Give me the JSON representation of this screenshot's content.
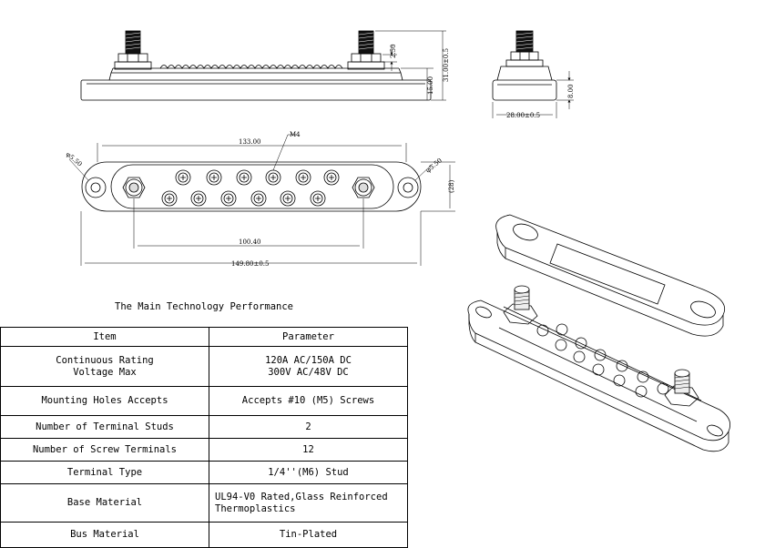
{
  "dimensions": {
    "nut_height": "2.50",
    "base_height": "15.00",
    "total_height": "31.00±0.5",
    "side_base_height": "8.00",
    "side_width": "28.00±0.5",
    "hole_left": "φ5.50",
    "hole_right": "φ5.50",
    "screw_thread": "M4",
    "screw_span": "133.00",
    "stud_span": "100.40",
    "overall_length": "149.80±0.5",
    "body_width": "(28)"
  },
  "table": {
    "title": "The Main Technology Performance",
    "header": {
      "item": "Item",
      "parameter": "Parameter"
    },
    "rows": [
      {
        "item": [
          "Continuous Rating",
          "Voltage Max"
        ],
        "parameter": [
          "120A AC/150A DC",
          "300V AC/48V DC"
        ]
      },
      {
        "item": [
          "Mounting Holes Accepts"
        ],
        "parameter": [
          "Accepts #10 (M5) Screws"
        ]
      },
      {
        "item": [
          "Number of Terminal Studs"
        ],
        "parameter": [
          "2"
        ]
      },
      {
        "item": [
          "Number of Screw Terminals"
        ],
        "parameter": [
          "12"
        ]
      },
      {
        "item": [
          "Terminal Type"
        ],
        "parameter": [
          "1/4''(M6) Stud"
        ]
      },
      {
        "item": [
          "Base Material"
        ],
        "parameter": [
          "UL94-V0 Rated,Glass Reinforced",
          "Thermoplastics"
        ]
      },
      {
        "item": [
          "Bus Material"
        ],
        "parameter": [
          "Tin-Plated"
        ]
      }
    ]
  }
}
